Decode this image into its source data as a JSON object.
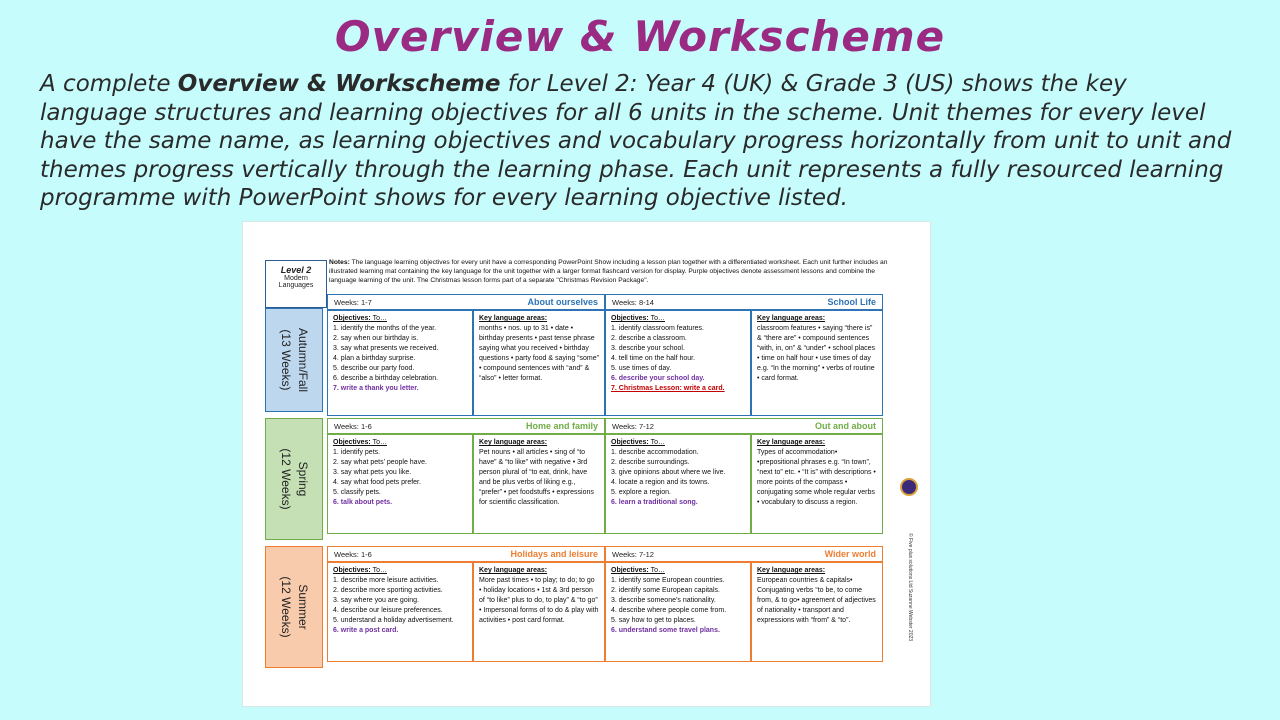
{
  "title": "Overview & Workscheme",
  "intro": {
    "pre": "A complete ",
    "bold": "Overview & Workscheme",
    "post": " for Level 2: Year 4 (UK) & Grade 3 (US) shows the key language structures and learning objectives for all 6 units in the scheme. Unit themes for every level have the same name, as learning objectives and vocabulary progress horizontally from unit to unit and themes progress vertically through the learning phase. Each unit represents a fully resourced learning programme with PowerPoint shows for every learning objective listed."
  },
  "doc": {
    "badge": {
      "level": "Level 2",
      "line1": "Modern",
      "line2": "Languages"
    },
    "notes_label": "Notes:",
    "notes": " The language learning objectives for every unit have a corresponding PowerPoint Show including a lesson plan together with a differentiated worksheet. Each unit further includes an illustrated learning mat containing the key language for the unit together with a larger format flashcard version for display. Purple objectives denote assessment lessons and combine the language learning of the unit. The Christmas lesson forms part of a separate \"Christmas Revision Package\".",
    "objectives_label": "Objectives:",
    "objectives_suffix": " To…",
    "key_label": "Key language areas:",
    "footer_side": "© Five plus solutions Ltd Suzanne Webster 2023",
    "colors": {
      "autumn": "#2e74b5",
      "autumn_fill": "#bdd7ee",
      "spring": "#70ad47",
      "spring_fill": "#c5e0b4",
      "summer": "#ed7d31",
      "summer_fill": "#f8cbad"
    },
    "terms": [
      {
        "line1": "Autumn/Fall",
        "line2": "(13 Weeks)"
      },
      {
        "line1": "Spring",
        "line2": "(12 Weeks)"
      },
      {
        "line1": "Summer",
        "line2": "(12 Weeks)"
      }
    ],
    "units": [
      {
        "weeks": "Weeks: 1-7",
        "theme": "About ourselves",
        "objectives": [
          "1. identify the months of the year.",
          "2. say when our birthday is.",
          "3. say what presents we received.",
          "4. plan a birthday surprise.",
          "5. describe our party food.",
          "6. describe a birthday celebration.",
          "7. write a thank you letter."
        ],
        "key": "months • nos. up to 31 • date • birthday presents • past tense phrase saying what you received • birthday questions • party food & saying “some” • compound sentences with “and” & “also” • letter format."
      },
      {
        "weeks": "Weeks: 8-14",
        "theme": "School Life",
        "objectives": [
          "1. identify classroom features.",
          "2. describe a classroom.",
          "3. describe your school.",
          "4. tell time on the half hour.",
          "5. use times of day.",
          "6. describe your school day.",
          "7. Christmas Lesson: write a card."
        ],
        "key": "classroom features • saying “there is” & “there are” • compound sentences “with, in, on” & “under” • school places • time on half hour • use times of day e.g. “In the morning” • verbs of routine • card format."
      },
      {
        "weeks": "Weeks: 1-6",
        "theme": "Home and family",
        "objectives": [
          "1. identify pets.",
          "2. say what pets’ people have.",
          "3. say what pets you like.",
          "4. say what food pets prefer.",
          "5. classify pets.",
          "6. talk about pets."
        ],
        "key": "Pet nouns • all articles • sing of “to have” & “to like” with negative • 3rd person plural of “to eat, drink, have and be plus verbs of liking e.g., “prefer” • pet foodstuffs • expressions for scientific classification."
      },
      {
        "weeks": "Weeks: 7-12",
        "theme": "Out and about",
        "objectives": [
          "1. describe accommodation.",
          "2. describe surroundings.",
          "3. give opinions about where we live.",
          "4. locate a region and its towns.",
          "5. explore a region.",
          "6. learn a traditional song."
        ],
        "key": "Types of accommodation• •prepositional phrases e.g. “In town”, “next to” etc. • “It is” with descriptions • more points of the compass • conjugating some whole regular verbs • vocabulary to discuss a region."
      },
      {
        "weeks": "Weeks: 1-6",
        "theme": "Holidays and leisure",
        "objectives": [
          "1. describe more leisure activities.",
          "2. describe more sporting activities.",
          "3. say where you are going.",
          "4. describe our leisure preferences.",
          "5. understand a holiday advertisement.",
          "6. write a post card."
        ],
        "key": "More past times • to play; to do; to go • holiday locations • 1st & 3rd person of “to like” plus to do, to play” & “to go” • Impersonal forms of to do & play with activities • post card format."
      },
      {
        "weeks": "Weeks: 7-12",
        "theme": "Wider world",
        "objectives": [
          "1. identify some European countries.",
          "2. identify some European capitals.",
          "3. describe someone’s nationality.",
          "4. describe where people come from.",
          "5. say how to get to places.",
          "6. understand some travel plans."
        ],
        "key": "European countries & capitals• Conjugating verbs “to be, to come from, & to go• agreement of adjectives of nationality • transport and expressions with “from” & “to”."
      }
    ]
  }
}
